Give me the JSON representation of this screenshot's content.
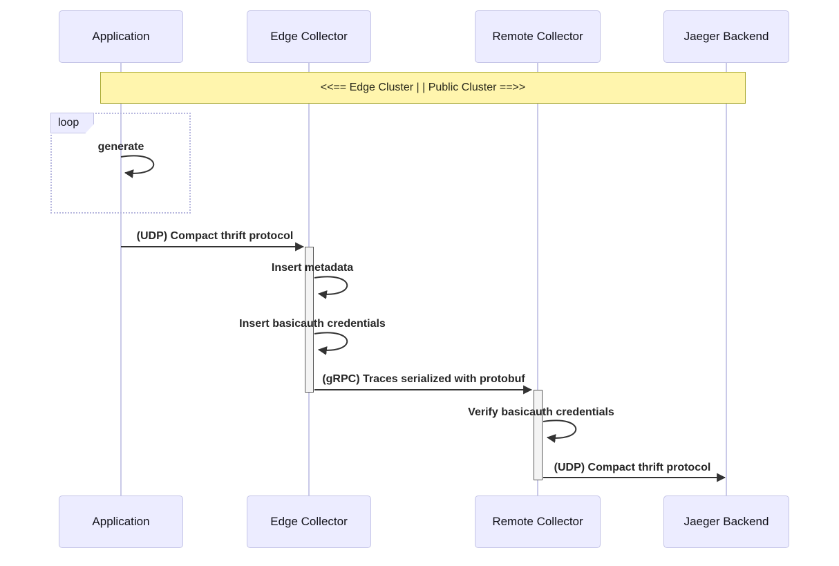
{
  "diagram_type": "sequence-diagram",
  "actors": [
    {
      "name": "Application"
    },
    {
      "name": "Edge Collector"
    },
    {
      "name": "Remote Collector"
    },
    {
      "name": "Jaeger Backend"
    }
  ],
  "note": {
    "text": "<<== Edge Cluster | | Public Cluster ==>>"
  },
  "loop_frame": {
    "label": "loop"
  },
  "messages": [
    {
      "from": "Application",
      "to": "Application",
      "kind": "self",
      "text": "generate"
    },
    {
      "from": "Application",
      "to": "Edge Collector",
      "kind": "solid",
      "text": "(UDP) Compact thrift protocol"
    },
    {
      "from": "Edge Collector",
      "to": "Edge Collector",
      "kind": "self",
      "text": "Insert metadata"
    },
    {
      "from": "Edge Collector",
      "to": "Edge Collector",
      "kind": "self",
      "text": "Insert basicauth credentials"
    },
    {
      "from": "Edge Collector",
      "to": "Remote Collector",
      "kind": "solid",
      "text": "(gRPC) Traces serialized with protobuf"
    },
    {
      "from": "Remote Collector",
      "to": "Remote Collector",
      "kind": "self",
      "text": "Verify basicauth credentials"
    },
    {
      "from": "Remote Collector",
      "to": "Jaeger Backend",
      "kind": "solid",
      "text": "(UDP) Compact thrift protocol"
    }
  ],
  "colors": {
    "actor_fill": "#ECECFF",
    "actor_border": "#C3C3E6",
    "note_fill": "#FFF5AD",
    "note_border": "#AAAA33",
    "loop_border": "#B6B6DE",
    "activation_fill": "#F4F4F4",
    "activation_border": "#575757",
    "lifeline": "#C9C9E8",
    "arrow": "#333333"
  }
}
